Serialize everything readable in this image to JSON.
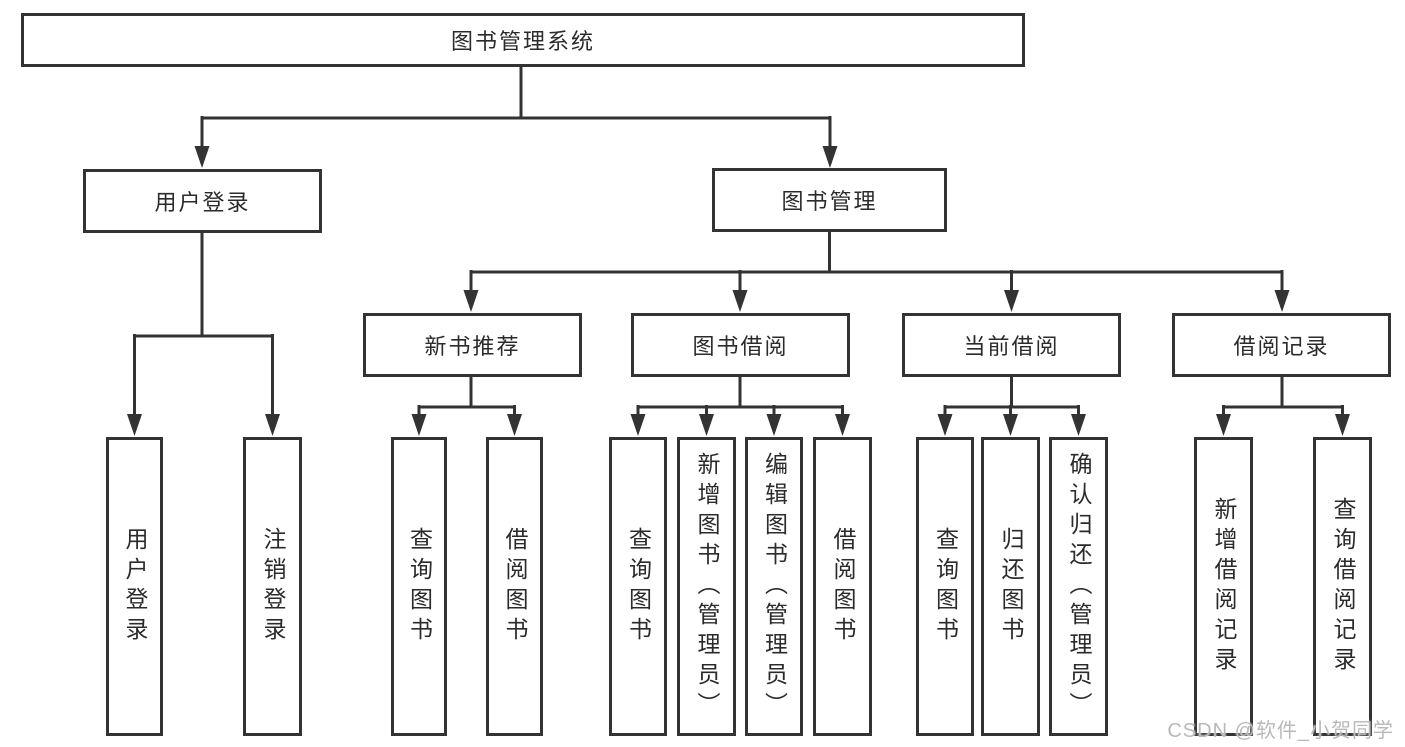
{
  "diagram_type": "hierarchy-tree",
  "tree": {
    "label": "图书管理系统",
    "children": [
      {
        "label": "用户登录",
        "children": [
          {
            "label": "用户登录"
          },
          {
            "label": "注销登录"
          }
        ]
      },
      {
        "label": "图书管理",
        "children": [
          {
            "label": "新书推荐",
            "children": [
              {
                "label": "查询图书"
              },
              {
                "label": "借阅图书"
              }
            ]
          },
          {
            "label": "图书借阅",
            "children": [
              {
                "label": "查询图书"
              },
              {
                "label": "新增图书（管理员）"
              },
              {
                "label": "编辑图书（管理员）"
              },
              {
                "label": "借阅图书"
              }
            ]
          },
          {
            "label": "当前借阅",
            "children": [
              {
                "label": "查询图书"
              },
              {
                "label": "归还图书"
              },
              {
                "label": "确认归还（管理员）"
              }
            ]
          },
          {
            "label": "借阅记录",
            "children": [
              {
                "label": "新增借阅记录"
              },
              {
                "label": "查询借阅记录"
              }
            ]
          }
        ]
      }
    ]
  },
  "watermark": {
    "text": "CSDN @软件_小贺同学"
  },
  "colors": {
    "line": "#333333",
    "box_border": "#333333",
    "box_fill": "#ffffff",
    "text": "#2b2b2b",
    "watermark": "#b9b9b9",
    "background": "#ffffff"
  }
}
